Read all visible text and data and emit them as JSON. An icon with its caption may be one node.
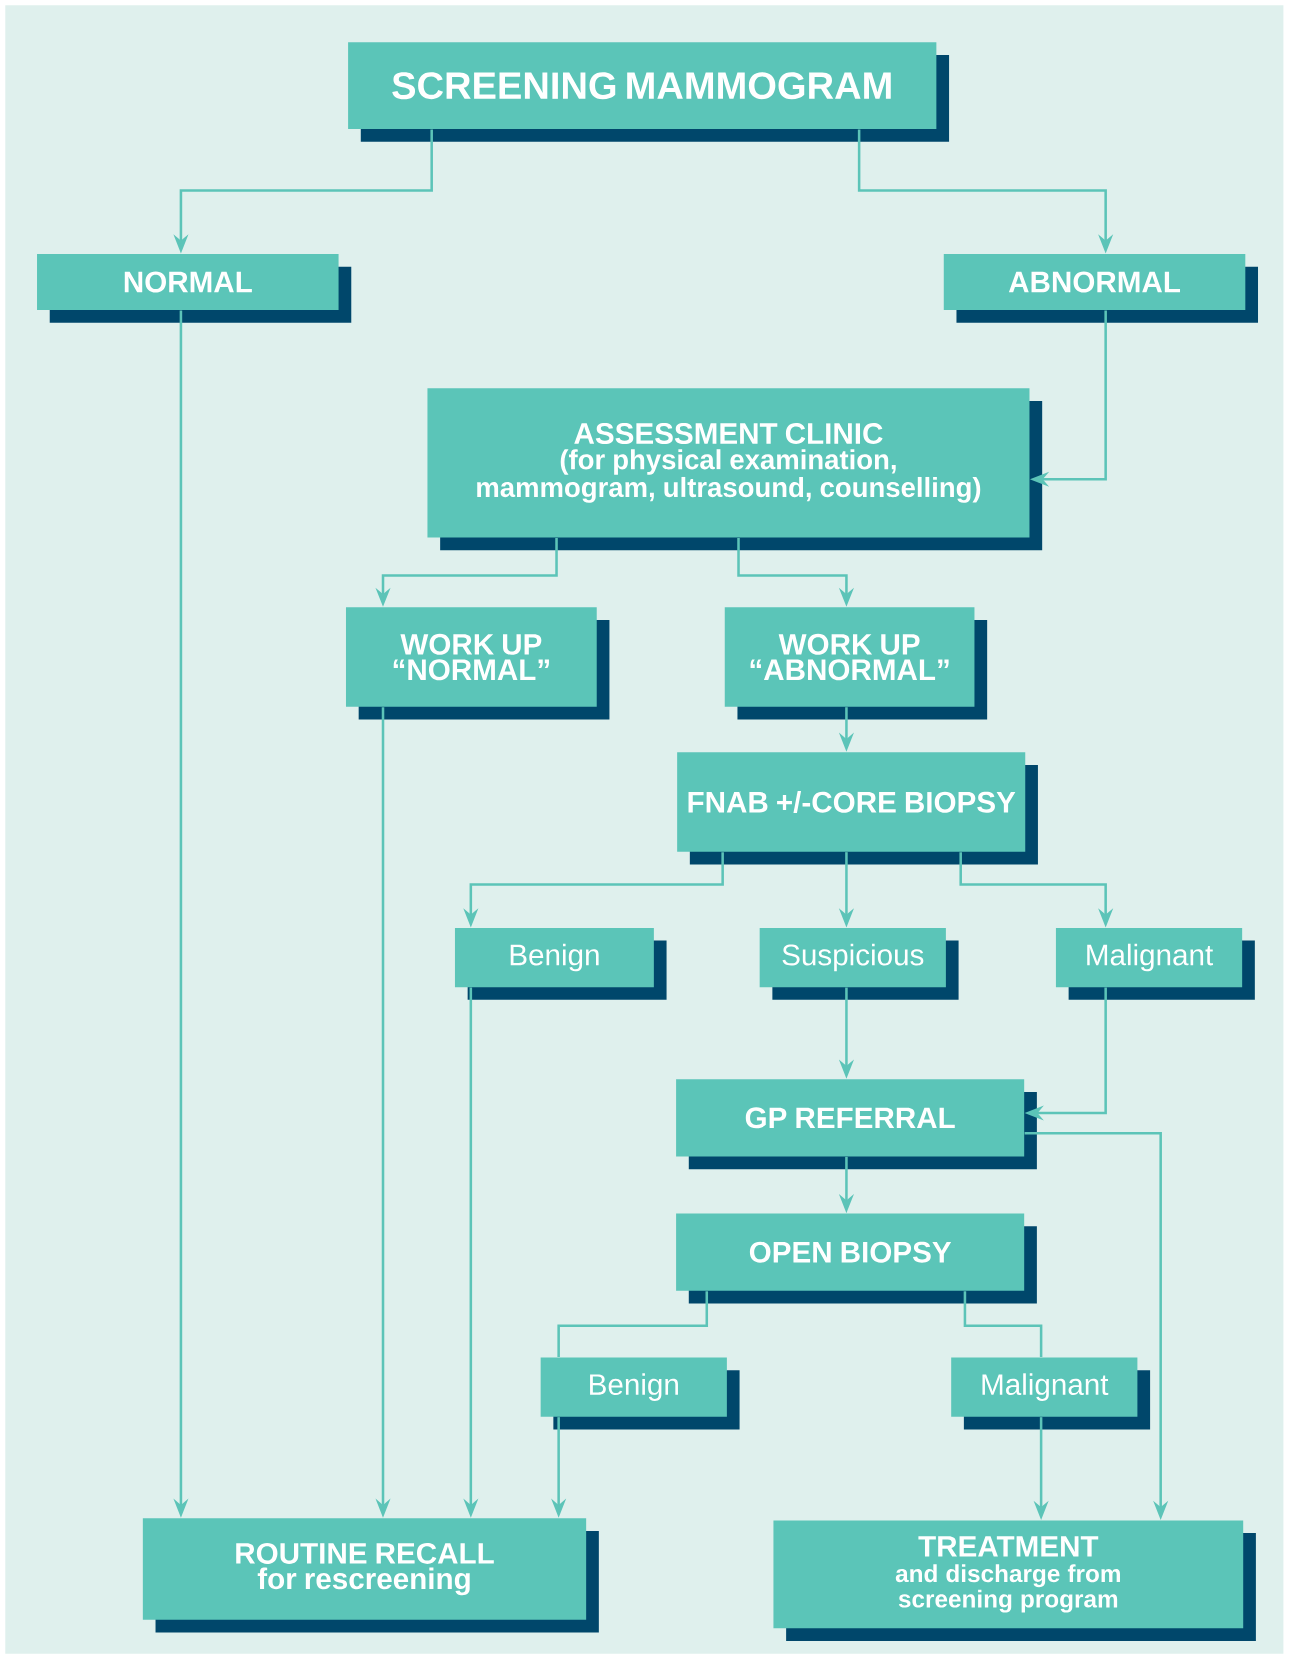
{
  "diagram": {
    "nodes": [
      {
        "text": [
          "SCREENING MAMMOGRAM"
        ]
      },
      {
        "text": [
          "NORMAL"
        ]
      },
      {
        "text": [
          "ABNORMAL"
        ]
      },
      {
        "text": [
          "ASSESSMENT CLINIC",
          "(for physical examination, mammogram, ultrasound, counselling)"
        ]
      },
      {
        "text": [
          "WORK UP “NORMAL”"
        ]
      },
      {
        "text": [
          "WORK UP “ABNORMAL”"
        ]
      },
      {
        "text": [
          "FNAB +/-CORE BIOPSY"
        ]
      },
      {
        "text": [
          "Benign"
        ]
      },
      {
        "text": [
          "Suspicious"
        ]
      },
      {
        "text": [
          "Malignant"
        ]
      },
      {
        "text": [
          "GP REFERRAL"
        ]
      },
      {
        "text": [
          "OPEN BIOPSY"
        ]
      },
      {
        "text": [
          "Benign"
        ]
      },
      {
        "text": [
          "Malignant"
        ]
      },
      {
        "text": [
          "ROUTINE RECALL",
          "for rescreening"
        ]
      },
      {
        "text": [
          "TREATMENT",
          "and discharge from screening program"
        ]
      }
    ],
    "edges": [
      {
        "from": 0,
        "to": 1,
        "arrow": "to"
      },
      {
        "from": 0,
        "to": 2,
        "arrow": "to"
      },
      {
        "from": 1,
        "to": 14,
        "arrow": "to"
      },
      {
        "from": 2,
        "to": 3,
        "arrow": "to"
      },
      {
        "from": 3,
        "to": 4,
        "arrow": "to"
      },
      {
        "from": 3,
        "to": 5,
        "arrow": "to"
      },
      {
        "from": 4,
        "to": 14,
        "arrow": "to"
      },
      {
        "from": 5,
        "to": 6,
        "arrow": "to"
      },
      {
        "from": 6,
        "to": 7,
        "arrow": "to"
      },
      {
        "from": 6,
        "to": 8,
        "arrow": "to"
      },
      {
        "from": 6,
        "to": 9,
        "arrow": "to"
      },
      {
        "from": 7,
        "to": 14,
        "arrow": "to"
      },
      {
        "from": 8,
        "to": 10,
        "arrow": "to"
      },
      {
        "from": 9,
        "to": 10,
        "arrow": "to"
      },
      {
        "from": 10,
        "to": 15,
        "arrow": "to"
      },
      {
        "from": 10,
        "to": 11,
        "arrow": "to"
      },
      {
        "from": 11,
        "to": 12,
        "arrow": "none"
      },
      {
        "from": 11,
        "to": 13,
        "arrow": "none"
      },
      {
        "from": 12,
        "to": 14,
        "arrow": "to"
      },
      {
        "from": 13,
        "to": 15,
        "arrow": "to"
      }
    ]
  }
}
